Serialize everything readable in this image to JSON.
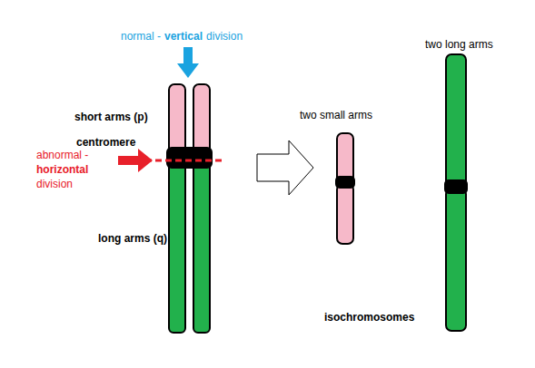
{
  "diagram": {
    "labels": [
      "normal -",
      "vertical",
      "division",
      "short arms (p)",
      "centromere",
      "abnormal -",
      "horizontal",
      "division",
      "long arms (q)",
      "two small arms",
      "two long arms",
      "isochromosomes"
    ]
  }
}
